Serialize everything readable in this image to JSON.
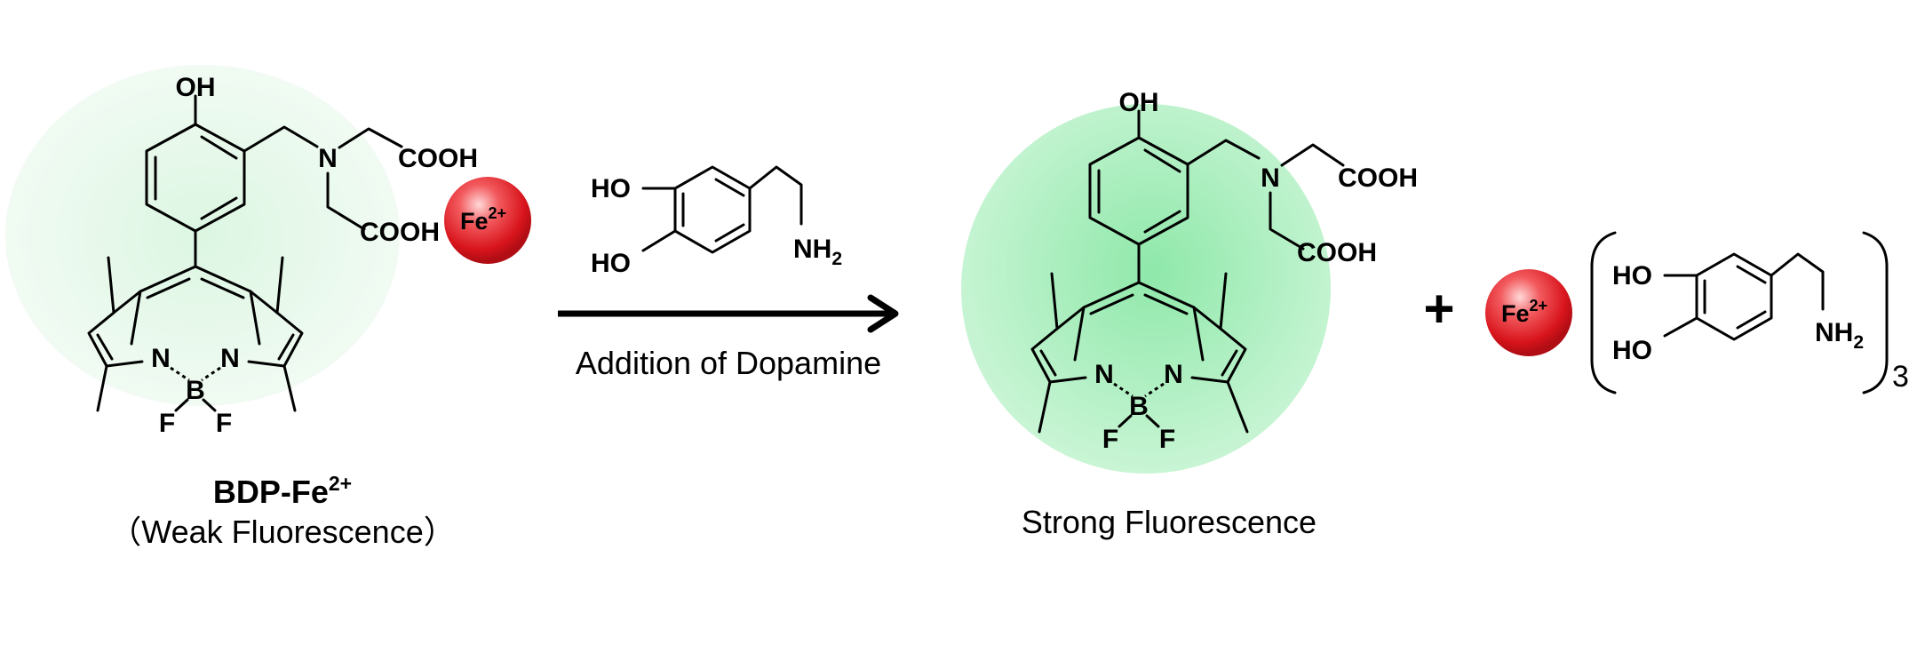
{
  "labels": {
    "oh": "OH",
    "ho": "HO",
    "cooh": "COOH",
    "n": "N",
    "b": "B",
    "f": "F",
    "nh": "NH",
    "nh_sub": "2",
    "fe": "Fe",
    "fe_charge": "2+"
  },
  "left": {
    "name": "BDP-Fe",
    "name_sup": "2+",
    "subtitle": "（Weak Fluorescence）"
  },
  "arrow": {
    "caption": "Addition of Dopamine"
  },
  "right": {
    "subtitle": "Strong Fluorescence"
  },
  "products": {
    "plus": "+",
    "stoichiometry": "3"
  },
  "colors": {
    "weak_glow": "#e4f8e8",
    "strong_glow": "#a8efbe",
    "fe_ball": "#e01820"
  }
}
